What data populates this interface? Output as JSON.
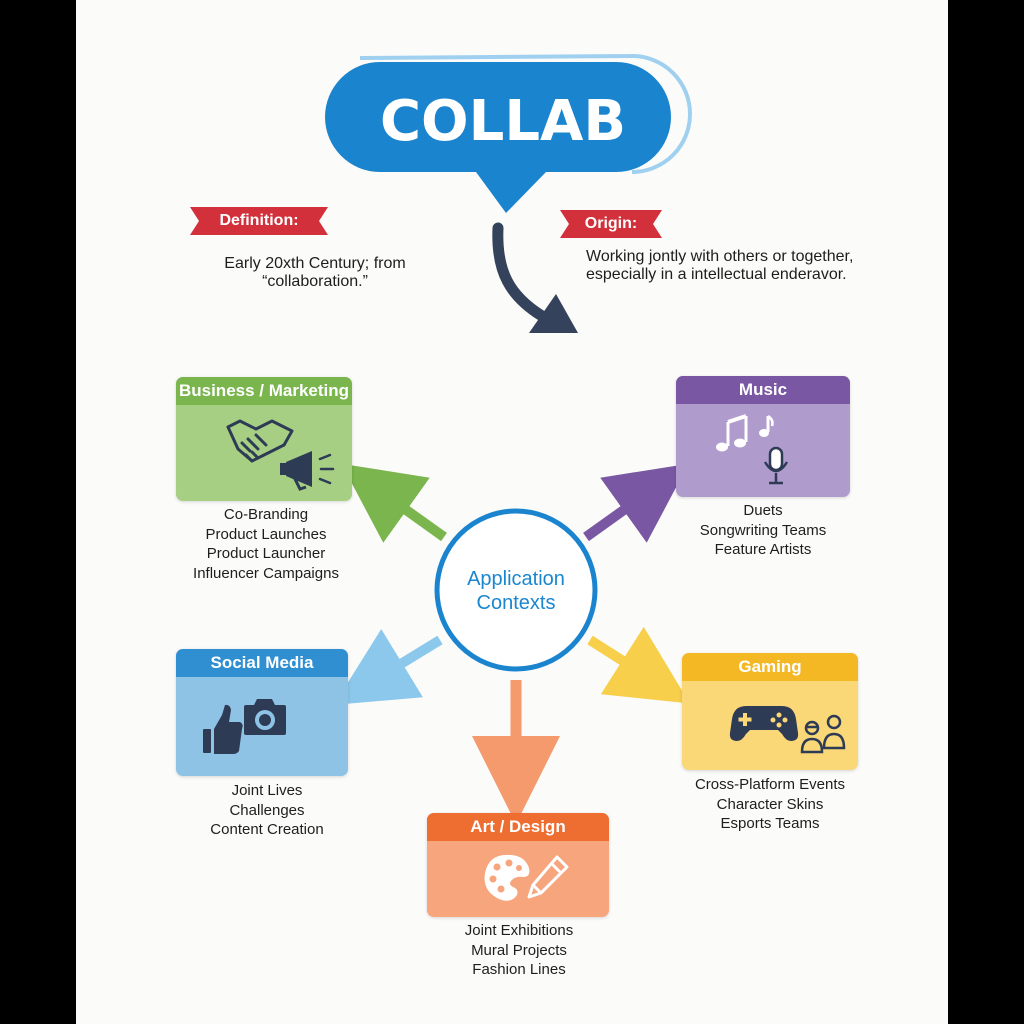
{
  "title": "COLLAB",
  "definition": {
    "label": "Definition:",
    "text": "Early 20xth Century; from “collaboration.”"
  },
  "origin": {
    "label": "Origin:",
    "text": "Working jontly with others or together, especially in a intellectual enderavor."
  },
  "center": {
    "line1": "Application",
    "line2": "Contexts"
  },
  "categories": {
    "business": {
      "title": "Business / Marketing",
      "items": [
        "Co-Branding",
        "Product Launches",
        "Product Launcher",
        "Influencer Campaigns"
      ],
      "color": "#7ab54d"
    },
    "music": {
      "title": "Music",
      "items": [
        "Duets",
        "Songwriting Teams",
        "Feature Artists"
      ],
      "color": "#7a57a3"
    },
    "social": {
      "title": "Social Media",
      "items": [
        "Joint Lives",
        "Challenges",
        "Content Creation"
      ],
      "color": "#2f8fd1"
    },
    "gaming": {
      "title": "Gaming",
      "items": [
        "Cross-Platform Events",
        "Character Skins",
        "Esports Teams"
      ],
      "color": "#f3b824"
    },
    "art": {
      "title": "Art / Design",
      "items": [
        "Joint Exhibitions",
        "Mural Projects",
        "Fashion Lines"
      ],
      "color": "#ee6d31"
    }
  },
  "icons": {
    "business": [
      "handshake-icon",
      "megaphone-icon"
    ],
    "music": [
      "music-notes-icon",
      "microphone-icon"
    ],
    "social": [
      "thumbs-up-icon",
      "camera-icon"
    ],
    "gaming": [
      "gamepad-icon",
      "players-icon"
    ],
    "art": [
      "palette-icon",
      "pencil-icon"
    ]
  }
}
